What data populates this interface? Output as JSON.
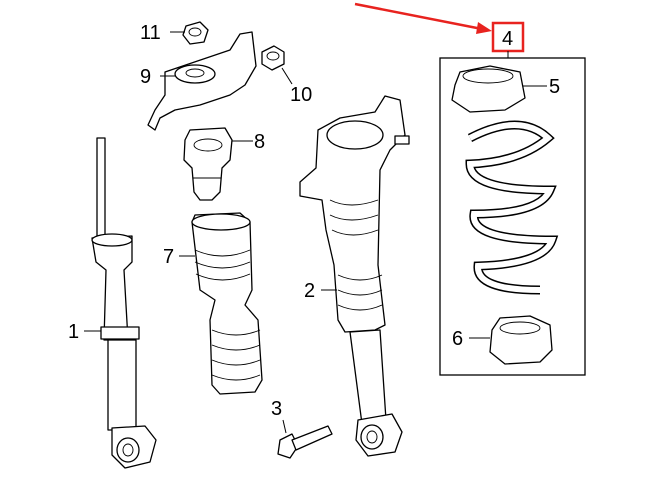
{
  "diagram": {
    "callouts": [
      {
        "id": "1",
        "label": "1"
      },
      {
        "id": "2",
        "label": "2"
      },
      {
        "id": "3",
        "label": "3"
      },
      {
        "id": "4",
        "label": "4"
      },
      {
        "id": "5",
        "label": "5"
      },
      {
        "id": "6",
        "label": "6"
      },
      {
        "id": "7",
        "label": "7"
      },
      {
        "id": "8",
        "label": "8"
      },
      {
        "id": "9",
        "label": "9"
      },
      {
        "id": "10",
        "label": "10"
      },
      {
        "id": "11",
        "label": "11"
      }
    ],
    "highlight_color": "#e8231f"
  }
}
